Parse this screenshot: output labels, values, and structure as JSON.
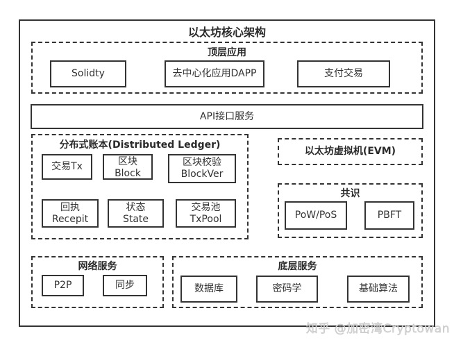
{
  "diagram": {
    "title": "以太坊核心架构",
    "top_layer": {
      "title": "顶层应用",
      "items": [
        {
          "label": "Solidty"
        },
        {
          "label": "去中心化应用DAPP"
        },
        {
          "label": "支付交易"
        }
      ]
    },
    "api_layer": {
      "label": "API接口服务"
    },
    "ledger": {
      "title": "分布式账本(Distributed Ledger)",
      "items": [
        {
          "line1": "交易Tx",
          "line2": ""
        },
        {
          "line1": "区块",
          "line2": "Block"
        },
        {
          "line1": "区块校验",
          "line2": "BlockVer"
        },
        {
          "line1": "回执",
          "line2": "Recepit"
        },
        {
          "line1": "状态",
          "line2": "State"
        },
        {
          "line1": "交易池",
          "line2": "TxPool"
        }
      ]
    },
    "evm": {
      "label": "以太坊虚拟机(EVM)"
    },
    "consensus": {
      "title": "共识",
      "items": [
        {
          "label": "PoW/PoS"
        },
        {
          "label": "PBFT"
        }
      ]
    },
    "network": {
      "title": "网络服务",
      "items": [
        {
          "label": "P2P"
        },
        {
          "label": "同步"
        }
      ]
    },
    "base": {
      "title": "底层服务",
      "items": [
        {
          "label": "数据库"
        },
        {
          "label": "密码学"
        },
        {
          "label": "基础算法"
        }
      ]
    }
  },
  "watermark": "知乎 @加密湾Cryptowan",
  "colors": {
    "line": "#333333",
    "background": "#ffffff",
    "watermark": "#d8d8d8"
  }
}
